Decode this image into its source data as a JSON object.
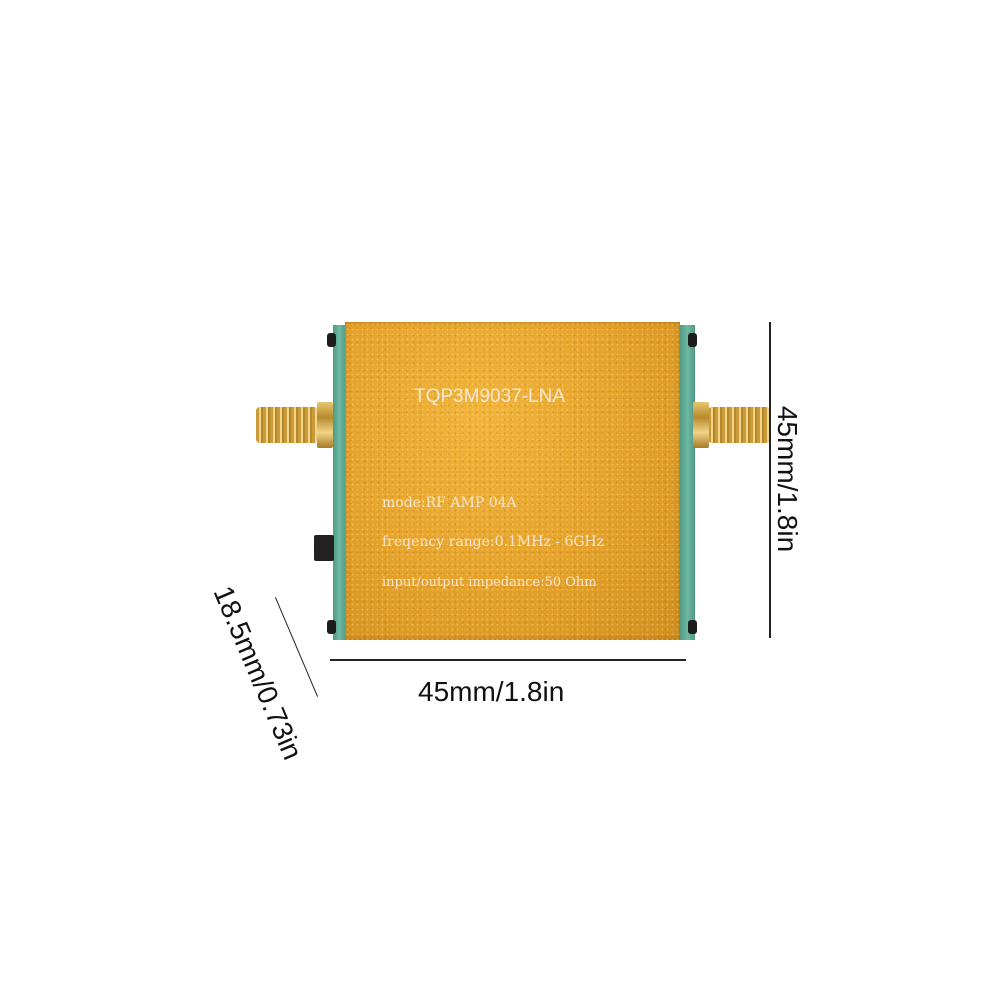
{
  "product": {
    "model": "TQP3M9037-LNA",
    "mode": "mode:RF AMP 04A",
    "frequency": "freqency range:0.1MHz - 6GHz",
    "impedance": "input/output impedance:50 Ohm"
  },
  "dimensions": {
    "width": "45mm/1.8in",
    "height": "45mm/1.8in",
    "depth": "18.5mm/0.73in"
  }
}
